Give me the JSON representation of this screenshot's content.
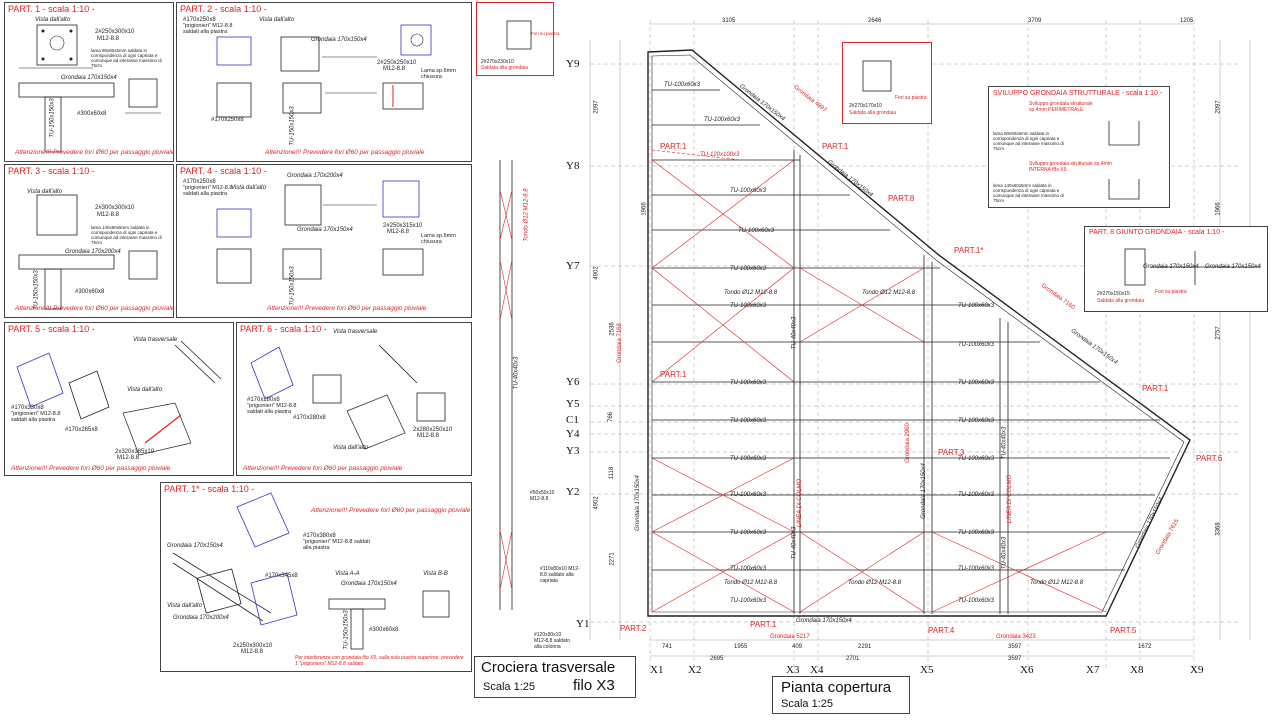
{
  "parts": {
    "p1": {
      "title": "PART. 1 - scala 1:10 -",
      "view": "Vista dall'alto",
      "plate": "2#250x300x10",
      "bolts": "M12-8.8",
      "note": "lama 90x80x5mm saldata in corrispondenza di ogni capriata e comunque ad interasse massimo di 75cm",
      "gutter": "Grondaia 170x150x4",
      "column": "TU-150x150x3",
      "base": "#300x60x8",
      "warn": "Attenzione!!! Prevedere fori Ø60 per passaggio pluviale"
    },
    "p2": {
      "title": "PART. 2 - scala 1:10 -",
      "plate": "#170x250x8",
      "pins": "\"prigionieri\" M12-8.8 saldati alla piastra",
      "view": "Vista dall'alto",
      "gutter": "Grondaia 170x150x4",
      "plate2": "2#250x250x10",
      "bolts": "M12-8.8",
      "chiusura": "Lama sp.6mm chiusura",
      "plate3": "#170x250x8",
      "column": "TU-150x150x3",
      "warn": "Attenzione!!! Prevedere fori Ø60 per passaggio pluviale"
    },
    "p3": {
      "title": "PART. 3 - scala 1:10 -",
      "view": "Vista dall'alto",
      "plate": "2#300x300x10",
      "bolts": "M12-8.8",
      "note": "lama 140x60x5mm saldata in corrispondenza di ogni capriata e comunque ad interasse massimo di 75cm",
      "gutter": "Grondaia 170x200x4",
      "column": "TU-150x150x3",
      "base": "#300x60x8",
      "warn": "Attenzione!!! Prevedere fori Ø60 per passaggio pluviale"
    },
    "p4": {
      "title": "PART. 4 - scala 1:10 -",
      "plate": "#170x250x8",
      "pins": "\"prigionieri\" M12-8.8 saldati alla piastra",
      "view": "Vista dall'alto",
      "gutter": "Grondaia 170x200x4",
      "gutter2": "Grondaia 170x150x4",
      "plate2": "2#250x315x10",
      "bolts": "M12-8.8",
      "chiusura": "Lama sp.6mm chiusura",
      "column": "TU-150x150x3",
      "warn": "Attenzione!!! Prevedere fori Ø60 per passaggio pluviale"
    },
    "p5": {
      "title": "PART. 5 - scala 1:10 -",
      "view": "Vista trasversale",
      "view2": "Vista dall'alto",
      "plate": "#170x330x8",
      "pins": "\"prigionieri\" M12-8.8 saldati alla piastra",
      "plate2": "#170x265x8",
      "plate3": "2x320x385x10",
      "bolts": "M12-8.8",
      "warn": "Attenzione!!! Prevedere fori Ø60 per passaggio pluviale"
    },
    "p6": {
      "title": "PART. 6 - scala 1:10 -",
      "view": "Vista trasversale",
      "view2": "Vista dall'alto",
      "plate": "#170x280x8",
      "pins": "\"prigionieri\" M12-8.8 saldati alla piastra",
      "plate2": "#170x280x8",
      "plate3": "2x280x250x10",
      "bolts": "M12-8.8",
      "warn": "Attenzione!!! Prevedere fori Ø60 per passaggio pluviale"
    },
    "p1s": {
      "title": "PART. 1* - scala 1:10 -",
      "warn": "Attenzione!!! Prevedere fori Ø60 per passaggio pluviale",
      "gutter": "Grondaia 170x150x4",
      "view": "Vista dall'alto",
      "gutter2": "Grondaia 170x200x4",
      "plate": "#170x380x8",
      "pins": "\"prigionieri\" M12-8.8 saldati alla piastra",
      "plate2": "#170x345x8",
      "plate3": "2x250x300x10",
      "bolts": "M12-8.8",
      "secA": "Vista A-A",
      "secB": "Vista B-B",
      "column": "TU-150x150x3",
      "base": "#300x60x8",
      "note": "Per interferenza con grondaia filo X5, sulla sola piastra superiore, prevedere 1 \"prigioniero\" M12-8.8 saldato"
    }
  },
  "details": {
    "top": {
      "plate": "2#270x230x10",
      "weld": "Saldata alla grondaia",
      "holes": "Fori su piastra"
    },
    "mid": {
      "plate": "2#270x170x10",
      "weld": "Saldata alla grondaia",
      "holes": "Fori su piastra"
    },
    "sviluppo": {
      "title": "SVILUPPO GRONDAIA STRUTTURALE - scala 1:10 -",
      "sub1": "Sviluppo grondaia strutturale sp.4mm PERIMETRALE",
      "sub2": "Sviluppo grondaia strutturale sp.4mm INTERNA f8x-X5",
      "note1": "lama 90x60x5mm saldata in corrispondenza di ogni capriata e comunque ad interasse massimo di 75cm",
      "note2": "lama 140x60x5mm saldata in corrispondenza di ogni capriata e comunque ad interasse massimo di 75cm"
    },
    "p8": {
      "title": "PART. 8 GIUNTO GRONDAIA - scala 1:10 -",
      "plate": "2#270x150x15",
      "weld": "Saldata alla grondaia",
      "holes": "Fori su piastra",
      "gutter": "Grondaia 170x150x4"
    }
  },
  "crociera": {
    "title": "Crociera trasversale",
    "subtitle": "filo X3",
    "scale": "Scala 1:25",
    "rod": "Tondo Ø12 M12-8.8",
    "col": "TU-40x40x3",
    "plate1": "#110x80x10 M12-8.8 saldato alla capriata",
    "plate2": "#120x90x10 M12-8.8 saldato alla colonna",
    "pl": "#50x50x10 M12-8.8"
  },
  "pianta": {
    "title": "Pianta copertura",
    "scale": "Scala 1:25",
    "grid_y": [
      "Y9",
      "Y8",
      "Y7",
      "Y6",
      "Y5",
      "C1",
      "Y4",
      "Y3",
      "Y2",
      "Y1"
    ],
    "grid_x": [
      "X1",
      "X2",
      "X3",
      "X4",
      "X5",
      "X6",
      "X7",
      "X8",
      "X9"
    ],
    "top_dims": [
      "3105",
      "2646",
      "3709",
      "1205"
    ],
    "bottom_dims": [
      "741",
      "1955",
      "409",
      "2291",
      "3597",
      "1672"
    ],
    "bottom_dims2": [
      "2695",
      "2701",
      "3597"
    ],
    "left_dims": [
      "2097",
      "1966",
      "4902",
      "2536",
      "766",
      "1118",
      "4902",
      "2271"
    ],
    "right_dims": [
      "2097",
      "1966",
      "2757",
      "3368"
    ],
    "purlin": "TU-100x60x3",
    "purlin_red": "TU-120x100x3",
    "gutter": "Grondaia 170x150x4",
    "rod": "Tondo Ø12 M12-8.8",
    "truss": "TU-40x40x3",
    "linea": "LINEA DI COLMO",
    "part_labels": [
      "PART.1",
      "PART.1",
      "PART.8",
      "PART.1*",
      "PART.1",
      "PART.1",
      "PART.3",
      "PART.6",
      "PART.2",
      "PART.1",
      "PART.4",
      "PART.5"
    ],
    "grond_labels": [
      "Grondaia 5217",
      "Grondaia 3423",
      "Grondaia 7160",
      "Grondaia 2960",
      "Grondaia 4997",
      "Grondaia 7168",
      "Grondaia 7615"
    ]
  }
}
